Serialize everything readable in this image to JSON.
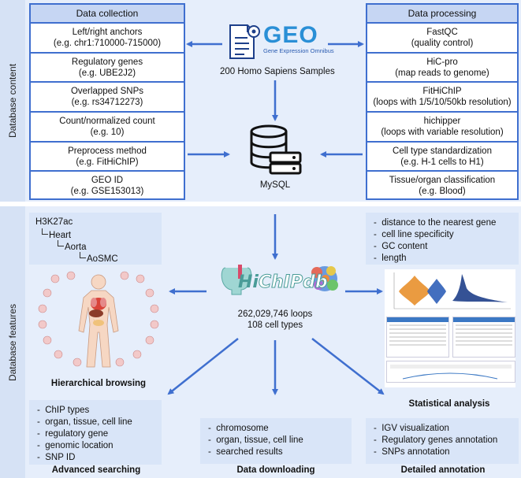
{
  "side_labels": {
    "content": "Database content",
    "features": "Database features"
  },
  "collection": {
    "header": "Data collection",
    "items": [
      {
        "line1": "Left/right anchors",
        "line2": "(e.g. chr1:710000-715000)"
      },
      {
        "line1": "Regulatory genes",
        "line2": "(e.g. UBE2J2)"
      },
      {
        "line1": "Overlapped SNPs",
        "line2": "(e.g. rs34712273)"
      },
      {
        "line1": "Count/normalized count",
        "line2": "(e.g. 10)"
      },
      {
        "line1": "Preprocess method",
        "line2": "(e.g. FitHiChIP)"
      },
      {
        "line1": "GEO ID",
        "line2": "(e.g. GSE153013)"
      }
    ]
  },
  "processing": {
    "header": "Data processing",
    "items": [
      {
        "line1": "FastQC",
        "line2": "(quality control)"
      },
      {
        "line1": "HiC-pro",
        "line2": "(map reads to genome)"
      },
      {
        "line1": "FitHiChIP",
        "line2": "(loops with 1/5/10/50kb resolution)"
      },
      {
        "line1": "hichipper",
        "line2": "(loops with variable resolution)"
      },
      {
        "line1": "Cell type standardization",
        "line2": "(e.g. H-1 cells to H1)"
      },
      {
        "line1": "Tissue/organ classification",
        "line2": "(e.g. Blood)"
      }
    ]
  },
  "geo": {
    "logo": "GEO",
    "subtitle": "Gene Expression Omnibus",
    "samples": "200 Homo Sapiens Samples"
  },
  "mysql": {
    "label": "MySQL"
  },
  "hierarchy": {
    "l0": "H3K27ac",
    "l1": "Heart",
    "l2": "Aorta",
    "l3": "AoSMC"
  },
  "stats_list": [
    "distance to the nearest gene",
    "cell line specificity",
    "GC content",
    "length"
  ],
  "hichipdb": {
    "logo_prefix": "Hi",
    "logo_main": "ChIPdb",
    "loops": "262,029,746 loops",
    "cell_types": "108 cell types"
  },
  "captions": {
    "hierarchical": "Hierarchical browsing",
    "statistical": "Statistical analysis",
    "advanced": "Advanced searching",
    "downloading": "Data downloading",
    "annotation": "Detailed annotation"
  },
  "search_list": [
    "ChIP types",
    "organ, tissue, cell line",
    "regulatory gene",
    "genomic location",
    "SNP ID"
  ],
  "download_list": [
    "chromosome",
    "organ, tissue, cell line",
    "searched results"
  ],
  "annotation_list": [
    "IGV visualization",
    "Regulatory genes annotation",
    "SNPs annotation"
  ],
  "colors": {
    "accent": "#3f6fcf",
    "band": "#e6eefb",
    "header": "#c6d6f3",
    "text_box": "#d9e5f8",
    "violin_orange": "#e8902c",
    "violin_blue": "#2f5fb8"
  }
}
